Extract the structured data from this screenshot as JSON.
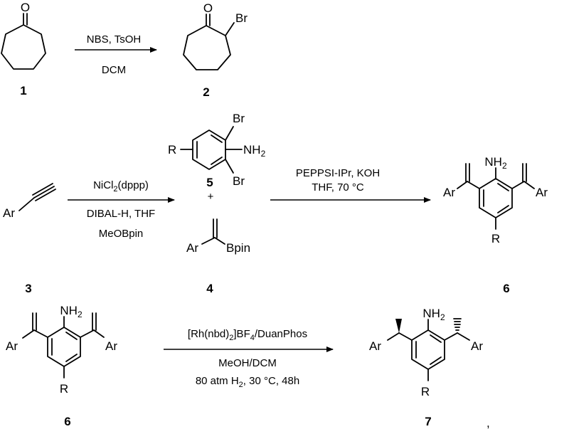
{
  "reaction1": {
    "conditions_above": "NBS, TsOH",
    "conditions_below": "DCM",
    "reactant_label": "1",
    "product_label": "2",
    "reactant_atoms": [
      "O"
    ],
    "product_atoms": [
      "O",
      "Br"
    ]
  },
  "reaction2": {
    "conditions": [
      "NiCl2(dppp)",
      "DIBAL-H, THF",
      "MeOBpin"
    ],
    "reactant_label": "3",
    "reactant_atoms": [
      "Ar"
    ],
    "intermediate_5": {
      "label": "5",
      "atoms": [
        "R",
        "NH2",
        "Br",
        "Br"
      ]
    },
    "plus": "+",
    "intermediate_4": {
      "label": "4",
      "atoms": [
        "Ar",
        "Bpin"
      ]
    }
  },
  "reaction3": {
    "conditions": [
      "PEPPSI-IPr, KOH",
      "THF, 70 °C"
    ],
    "product_label": "6",
    "product_atoms": [
      "NH2",
      "Ar",
      "Ar",
      "R"
    ]
  },
  "reaction4": {
    "conditions": [
      "[Rh(nbd)2]BF4/DuanPhos",
      "MeOH/DCM",
      "80 atm H2, 30 °C, 48h"
    ],
    "reactant_label": "6",
    "reactant_atoms": [
      "NH2",
      "Ar",
      "Ar",
      "R"
    ],
    "product_label": "7",
    "product_atoms": [
      "NH2",
      "Ar",
      "Ar",
      "R"
    ],
    "trailing_mark": ","
  }
}
